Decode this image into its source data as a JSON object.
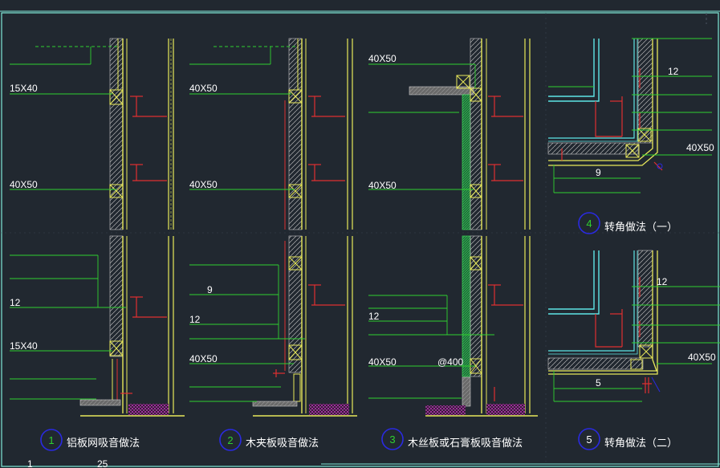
{
  "colors": {
    "background": "#212830",
    "frame": "#7fe8d8",
    "leader": "#2fd12f",
    "wall": "#e8e85a",
    "stud": "#e03030",
    "insulation": "#c8c8c8",
    "panel": "#5ee6e6",
    "floor": "#d22ad2",
    "text": "#ffffff",
    "circle": "#2a2ae0",
    "circle_number": "#2fd12f",
    "section_line": "#4a5562"
  },
  "labels": {
    "d1_15x40_top": "15X40",
    "d1_40x50": "40X50",
    "d1_12": "12",
    "d1_15x40_bottom": "15X40",
    "d2_40x50_top": "40X50",
    "d2_40x50_mid": "40X50",
    "d2_9": "9",
    "d2_12": "12",
    "d2_40x50_bottom": "40X50",
    "d3_40x50_top": "40X50",
    "d3_40x50_mid": "40X50",
    "d3_12": "12",
    "d3_40x50_bottom": "40X50",
    "d3_at400": "@400",
    "d4_12": "12",
    "d4_40x50": "40X50",
    "d4_9": "9",
    "d5_12": "12",
    "d5_40x50": "40X50",
    "d5_5": "5",
    "bottom_1": "1",
    "bottom_25": "25"
  },
  "details": [
    {
      "number": "1",
      "caption": "铝板网吸音做法"
    },
    {
      "number": "2",
      "caption": "木夹板吸音做法"
    },
    {
      "number": "3",
      "caption": "木丝板或石膏板吸音做法"
    },
    {
      "number": "4",
      "caption": "转角做法（一）"
    },
    {
      "number": "5",
      "caption": "转角做法（二）"
    }
  ]
}
